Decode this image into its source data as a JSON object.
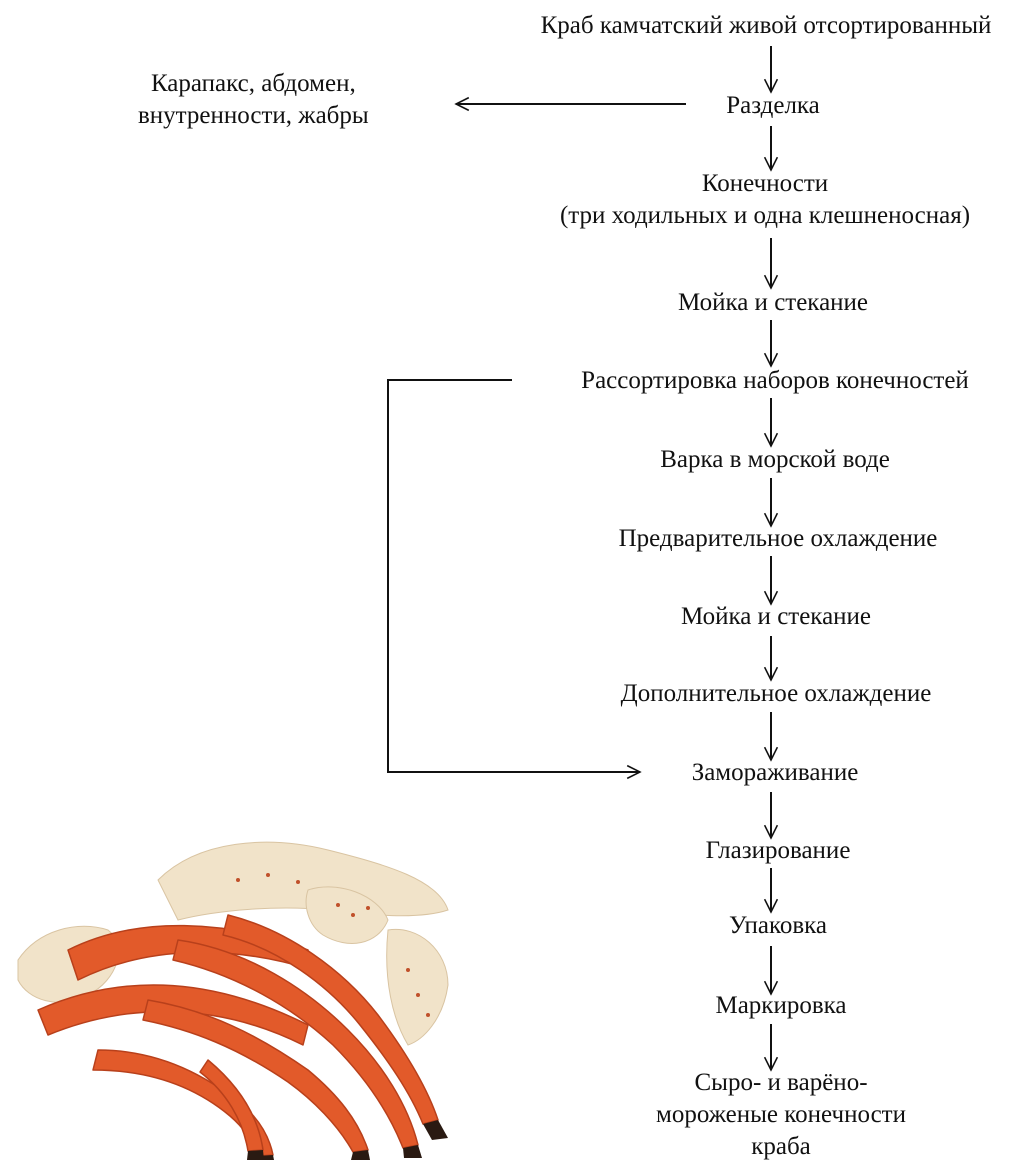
{
  "flowchart": {
    "steps": [
      {
        "label": "Краб камчатский живой отсортированный"
      },
      {
        "label": "Разделка"
      },
      {
        "label": "Конечности",
        "label2": "(три ходильных и одна клешненосная)"
      },
      {
        "label": "Мойка и стекание"
      },
      {
        "label": "Рассортировка наборов конечностей"
      },
      {
        "label": "Варка в морской воде"
      },
      {
        "label": "Предварительное охлаждение"
      },
      {
        "label": "Мойка и стекание"
      },
      {
        "label": "Дополнительное охлаждение"
      },
      {
        "label": "Замораживание"
      },
      {
        "label": "Глазирование"
      },
      {
        "label": "Упаковка"
      },
      {
        "label": "Маркировка"
      },
      {
        "label": "Сыро- и варёно-",
        "label2": "мороженые конечности",
        "label3": "краба"
      }
    ],
    "waste": {
      "line1": "Карапакс, абдомен,",
      "line2": "внутренности, жабры"
    }
  },
  "photo": {
    "subject": "cooked king crab legs",
    "colors": {
      "shell": "#e2612d",
      "tip": "#2a1a12",
      "pale": "#f3e6cf"
    }
  }
}
